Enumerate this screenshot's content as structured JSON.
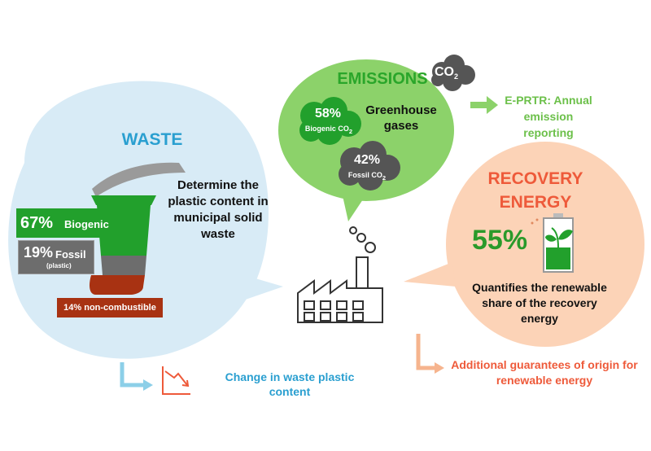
{
  "waste": {
    "title": "WASTE",
    "description": "Determine the plastic content in municipal solid waste",
    "biogenic_pct": "67%",
    "biogenic_label": "Biogenic",
    "fossil_pct": "19%",
    "fossil_label": "Fossil",
    "fossil_note": "(plastic)",
    "noncombustible_label": "14% non-combustible"
  },
  "emissions": {
    "title": "EMISSIONS",
    "co2_icon": "CO",
    "co2_sub": "2",
    "greenhouse": "Greenhouse gases",
    "biogenic_pct": "58%",
    "biogenic_label": "Biogenic CO",
    "fossil_pct": "42%",
    "fossil_label": "Fossil CO",
    "sub2": "2",
    "reporting": "E-PRTR: Annual emission reporting"
  },
  "recovery": {
    "title": "RECOVERY ENERGY",
    "percent": "55%",
    "description": "Quantifies the renewable share of the recovery energy"
  },
  "outputs": {
    "waste_change": "Change in waste plastic content",
    "guarantees": "Additional guarantees of origin for renewable energy"
  },
  "colors": {
    "waste_blue": "#2a9fd0",
    "emissions_green": "#2aa62a",
    "recovery_orange": "#ee5a3a",
    "fossil_grey": "#6d6d6d",
    "noncombustible_red": "#a83212"
  },
  "icons": [
    "trash-bin-icon",
    "co2-cloud-icon",
    "battery-leaf-icon",
    "factory-icon",
    "arrow-icon",
    "decreasing-chart-icon"
  ]
}
